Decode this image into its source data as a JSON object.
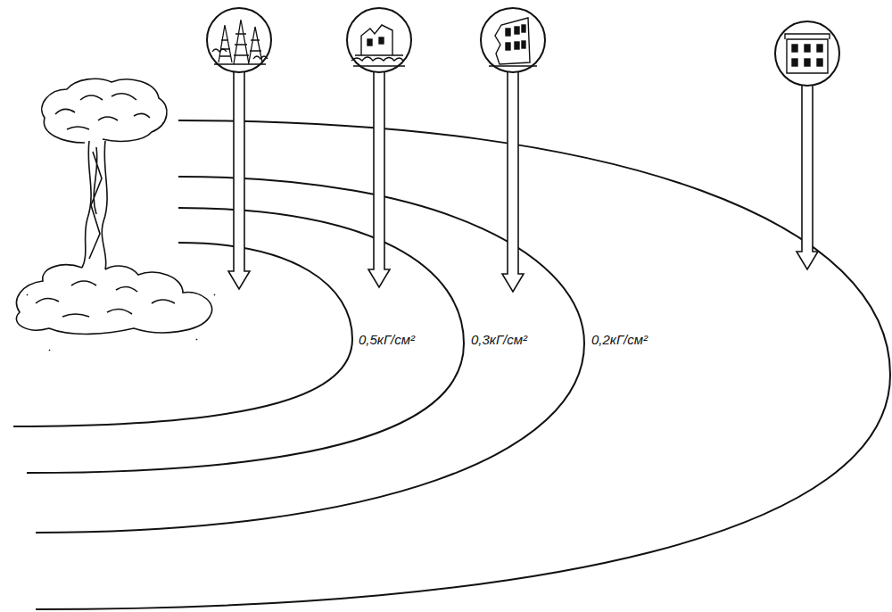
{
  "diagram": {
    "labels": [
      "0,5кГ/см²",
      "0,3кГ/см²",
      "0,2кГ/см²"
    ]
  }
}
